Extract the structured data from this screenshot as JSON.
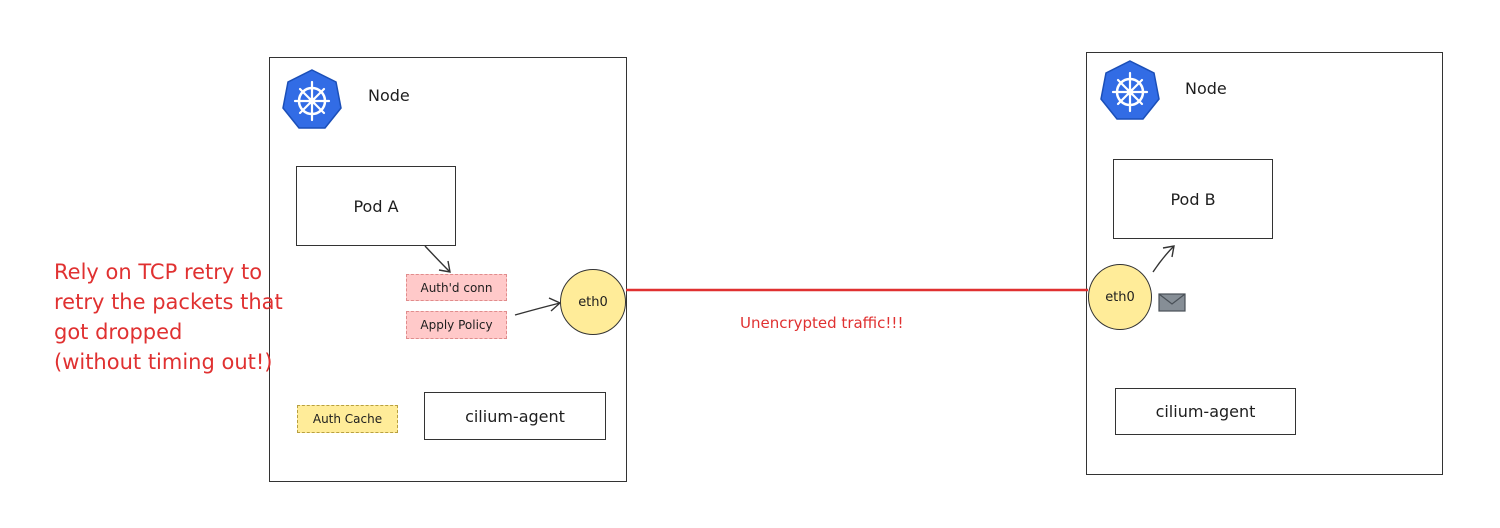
{
  "left_node": {
    "title": "Node",
    "pod": "Pod A",
    "auth_conn": "Auth'd conn",
    "apply_policy": "Apply Policy",
    "eth": "eth0",
    "auth_cache": "Auth Cache",
    "agent": "cilium-agent"
  },
  "right_node": {
    "title": "Node",
    "pod": "Pod B",
    "eth": "eth0",
    "agent": "cilium-agent"
  },
  "annotation": {
    "lines": [
      "Rely on TCP retry to",
      "retry the packets that",
      "got dropped",
      "(without timing out!)"
    ]
  },
  "traffic_label": "Unencrypted traffic!!!",
  "colors": {
    "k8s_blue": "#326ce5",
    "red": "#e03131",
    "eth_fill": "#ffec99",
    "pink_fill": "#ffc9c9",
    "yellow_fill": "#ffec99"
  },
  "icons": [
    "kubernetes-helm-icon",
    "envelope-icon"
  ]
}
